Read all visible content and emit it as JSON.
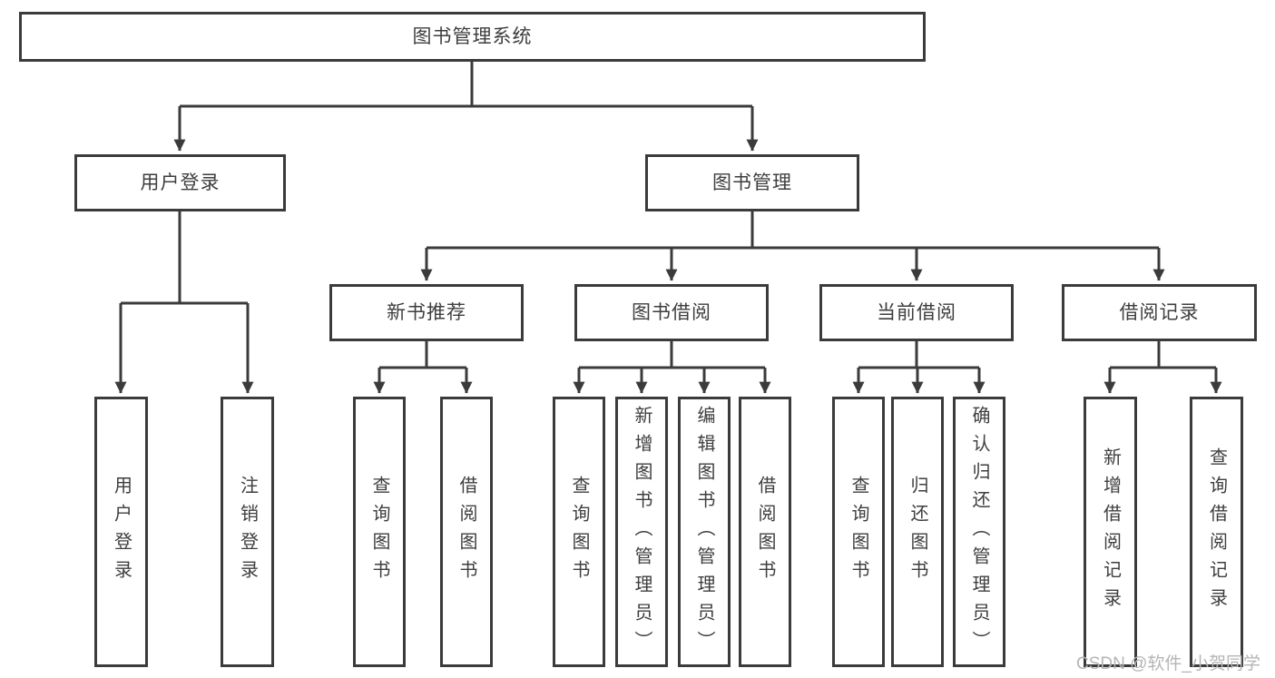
{
  "diagram_title": "图书管理系统",
  "tree": {
    "label": "图书管理系统",
    "children": [
      {
        "label": "用户登录",
        "children": [
          {
            "label": "用户登录"
          },
          {
            "label": "注销登录"
          }
        ]
      },
      {
        "label": "图书管理",
        "children": [
          {
            "label": "新书推荐",
            "children": [
              {
                "label": "查询图书"
              },
              {
                "label": "借阅图书"
              }
            ]
          },
          {
            "label": "图书借阅",
            "children": [
              {
                "label": "查询图书"
              },
              {
                "label": "新增图书（管理员）"
              },
              {
                "label": "编辑图书（管理员）"
              },
              {
                "label": "借阅图书"
              }
            ]
          },
          {
            "label": "当前借阅",
            "children": [
              {
                "label": "查询图书"
              },
              {
                "label": "归还图书"
              },
              {
                "label": "确认归还（管理员）"
              }
            ]
          },
          {
            "label": "借阅记录",
            "children": [
              {
                "label": "新增借阅记录"
              },
              {
                "label": "查询借阅记录"
              }
            ]
          }
        ]
      }
    ]
  },
  "watermark": "CSDN @软件_小贺同学",
  "colors": {
    "line": "#3b3b3b",
    "text": "#3e3e3e",
    "background": "#ffffff",
    "watermark": "#b5b5b5"
  }
}
